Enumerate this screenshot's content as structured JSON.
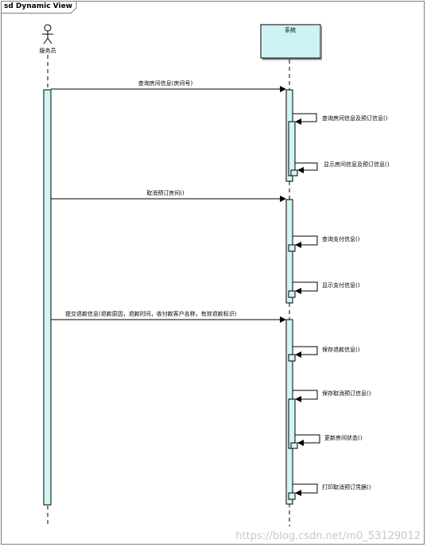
{
  "frame": {
    "title": "sd Dynamic View"
  },
  "participants": {
    "actor": {
      "name": "服务员"
    },
    "system": {
      "name": "系统"
    }
  },
  "messages": {
    "m1": "查询房间信息(房间号)",
    "m2": "查询房间信息及预订信息()",
    "m3": "显示房间信息及预订信息()",
    "m4": "取消预订房间()",
    "m5": "查询支付信息()",
    "m6": "显示支付信息()",
    "m7": "提交退款信息(退款原因，退款时间，收付款客户名称，有效退款标识)",
    "m8": "保存退款信息()",
    "m9": "保存取消预订信息()",
    "m10": "更新房间状态()",
    "m11": "打印取消预订凭据()"
  },
  "watermark": "https://blog.csdn.net/m0_53129012",
  "colors": {
    "activation": "#cff5f5",
    "system_box": "#cdf3f6",
    "line": "#000000",
    "frame": "#808080"
  }
}
